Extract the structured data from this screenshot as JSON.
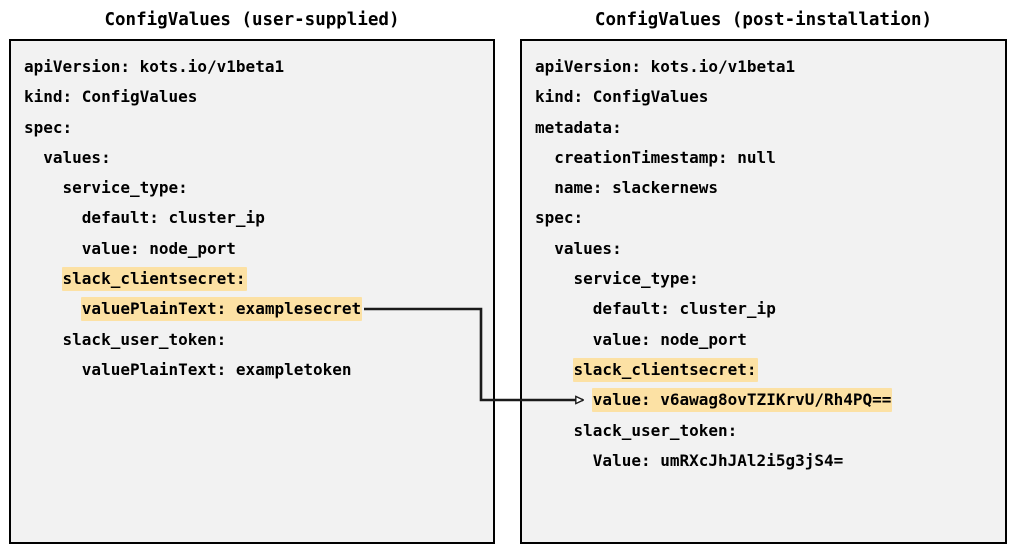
{
  "panels": {
    "left": {
      "title": "ConfigValues (user-supplied)",
      "lines": [
        {
          "text": "apiVersion: kots.io/v1beta1",
          "highlight": false
        },
        {
          "text": "kind: ConfigValues",
          "highlight": false
        },
        {
          "text": "spec:",
          "highlight": false
        },
        {
          "text": "  values:",
          "highlight": false
        },
        {
          "text": "    service_type:",
          "highlight": false
        },
        {
          "text": "      default: cluster_ip",
          "highlight": false
        },
        {
          "text": "      value: node_port",
          "highlight": false
        },
        {
          "indent": "    ",
          "text": "slack_clientsecret:",
          "highlight": true
        },
        {
          "indent": "      ",
          "text": "valuePlainText: examplesecret",
          "highlight": true
        },
        {
          "text": "    slack_user_token:",
          "highlight": false
        },
        {
          "text": "      valuePlainText: exampletoken",
          "highlight": false
        }
      ]
    },
    "right": {
      "title": "ConfigValues (post-installation)",
      "lines": [
        {
          "text": "apiVersion: kots.io/v1beta1",
          "highlight": false
        },
        {
          "text": "kind: ConfigValues",
          "highlight": false
        },
        {
          "text": "metadata:",
          "highlight": false
        },
        {
          "text": "  creationTimestamp: null",
          "highlight": false
        },
        {
          "text": "  name: slackernews",
          "highlight": false
        },
        {
          "text": "spec:",
          "highlight": false
        },
        {
          "text": "  values:",
          "highlight": false
        },
        {
          "text": "    service_type:",
          "highlight": false
        },
        {
          "text": "      default: cluster_ip",
          "highlight": false
        },
        {
          "text": "      value: node_port",
          "highlight": false
        },
        {
          "indent": "    ",
          "text": "slack_clientsecret:",
          "highlight": true
        },
        {
          "indent": "      ",
          "text": "value: v6awag8ovTZIKrvU/Rh4PQ==",
          "highlight": true
        },
        {
          "text": "    slack_user_token:",
          "highlight": false
        },
        {
          "text": "      Value: umRXcJhJAl2i5g3jS4=",
          "highlight": false
        }
      ]
    }
  },
  "connector": {
    "label": "encrypted-value-mapping-arrow",
    "from_line": "valuePlainText: examplesecret",
    "to_line": "value: v6awag8ovTZIKrvU/Rh4PQ==",
    "color": "#1a1a1a"
  },
  "colors": {
    "highlight": "#fce1a4",
    "panel_background": "#f2f2f2",
    "panel_border": "#000000",
    "text": "#000000"
  }
}
